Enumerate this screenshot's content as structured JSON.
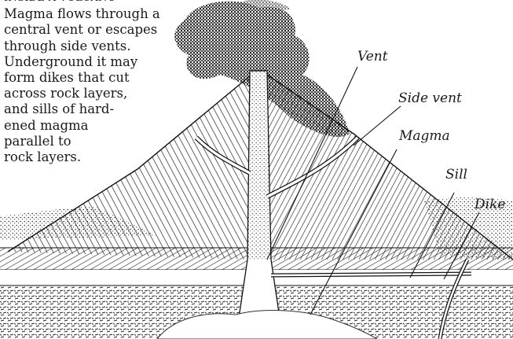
{
  "caption": {
    "heading": "INSIDE A VOLCANO",
    "lines": [
      "Magma flows through a",
      "central vent or escapes",
      "through side vents.",
      "Underground it may",
      "form dikes that cut",
      "across rock layers,",
      "and sills of hard-",
      "ened magma",
      "parallel to",
      "rock layers."
    ]
  },
  "labels": {
    "vent": "Vent",
    "side_vent": "Side vent",
    "magma": "Magma",
    "sill": "Sill",
    "dike": "Dike"
  },
  "colors": {
    "ink": "#1a1a1a",
    "paper": "#ffffff"
  }
}
